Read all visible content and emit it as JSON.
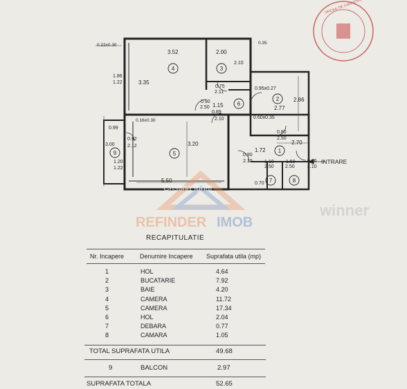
{
  "plan": {
    "dims": [
      {
        "id": "d1",
        "text": "0.22x0.30"
      },
      {
        "id": "d2",
        "text": "3.52"
      },
      {
        "id": "d3",
        "text": "2.00"
      },
      {
        "id": "d4",
        "text": "0.35"
      },
      {
        "id": "d5",
        "text": "1.86"
      },
      {
        "id": "d6",
        "text": "1.22"
      },
      {
        "id": "d7",
        "text": "3.35"
      },
      {
        "id": "d8",
        "text": "2.10"
      },
      {
        "id": "d9",
        "text": "0.75"
      },
      {
        "id": "d10",
        "text": "2.11"
      },
      {
        "id": "d11",
        "text": "0.95x0.27"
      },
      {
        "id": "d12",
        "text": "2.86"
      },
      {
        "id": "d13",
        "text": "2.77"
      },
      {
        "id": "d14",
        "text": "0.90"
      },
      {
        "id": "d15",
        "text": "2.50"
      },
      {
        "id": "d16",
        "text": "1.15"
      },
      {
        "id": "d17",
        "text": "0.89"
      },
      {
        "id": "d18",
        "text": "2.10"
      },
      {
        "id": "d19",
        "text": "0.60x0.35"
      },
      {
        "id": "d20",
        "text": "0.16x0.30"
      },
      {
        "id": "d21",
        "text": "0.99"
      },
      {
        "id": "d22",
        "text": "0.80"
      },
      {
        "id": "d23",
        "text": "2.50"
      },
      {
        "id": "d24",
        "text": "0.92"
      },
      {
        "id": "d25",
        "text": "2.12"
      },
      {
        "id": "d26",
        "text": "3.00"
      },
      {
        "id": "d27",
        "text": "3.20"
      },
      {
        "id": "d28",
        "text": "1.72"
      },
      {
        "id": "d29",
        "text": "2.70"
      },
      {
        "id": "d30",
        "text": "0.90"
      },
      {
        "id": "d31",
        "text": "2.10"
      },
      {
        "id": "d32",
        "text": "1.10"
      },
      {
        "id": "d33",
        "text": "2.50"
      },
      {
        "id": "d34",
        "text": "1.50"
      },
      {
        "id": "d35",
        "text": "2.50"
      },
      {
        "id": "d36",
        "text": "0.96"
      },
      {
        "id": "d37",
        "text": "2.10"
      },
      {
        "id": "d38",
        "text": "1.20"
      },
      {
        "id": "d39",
        "text": "1.22"
      },
      {
        "id": "d40",
        "text": "5.50"
      },
      {
        "id": "d41",
        "text": "0.70"
      }
    ],
    "rooms": [
      "1",
      "2",
      "3",
      "4",
      "5",
      "6",
      "7",
      "8",
      "9"
    ],
    "entrance_label": "INTRARE"
  },
  "watermarks": {
    "cristina": "Cristina Ignat",
    "refinder_a": "REFINDER",
    "refinder_b": "IMOB",
    "winner": "winner"
  },
  "summary": {
    "title": "RECAPITULATIE",
    "headers": {
      "nr": "Nr. Incapere",
      "name": "Denumire Incapere",
      "area": "Suprafata utila (mp)"
    },
    "rows": [
      {
        "nr": "1",
        "name": "HOL",
        "area": "4.64"
      },
      {
        "nr": "2",
        "name": "BUCATARIE",
        "area": "7.92"
      },
      {
        "nr": "3",
        "name": "BAIE",
        "area": "4.20"
      },
      {
        "nr": "4",
        "name": "CAMERA",
        "area": "11.72"
      },
      {
        "nr": "5",
        "name": "CAMERA",
        "area": "17.34"
      },
      {
        "nr": "6",
        "name": "HOL",
        "area": "2.04"
      },
      {
        "nr": "7",
        "name": "DEBARA",
        "area": "0.77"
      },
      {
        "nr": "8",
        "name": "CAMARA",
        "area": "1.05"
      }
    ],
    "total_util_label": "TOTAL SUPRAFATA UTILA",
    "total_util_value": "49.68",
    "balcony": {
      "nr": "9",
      "name": "BALCON",
      "area": "2.97"
    },
    "total_label": "SUPRAFATA TOTALA",
    "total_value": "52.65"
  },
  "colors": {
    "paper": "#ecebe6",
    "ink": "#1e1e1e",
    "stamp": "#c84a4a",
    "watermark_orange": "#e78f62",
    "watermark_blue": "#6b8fbf"
  }
}
